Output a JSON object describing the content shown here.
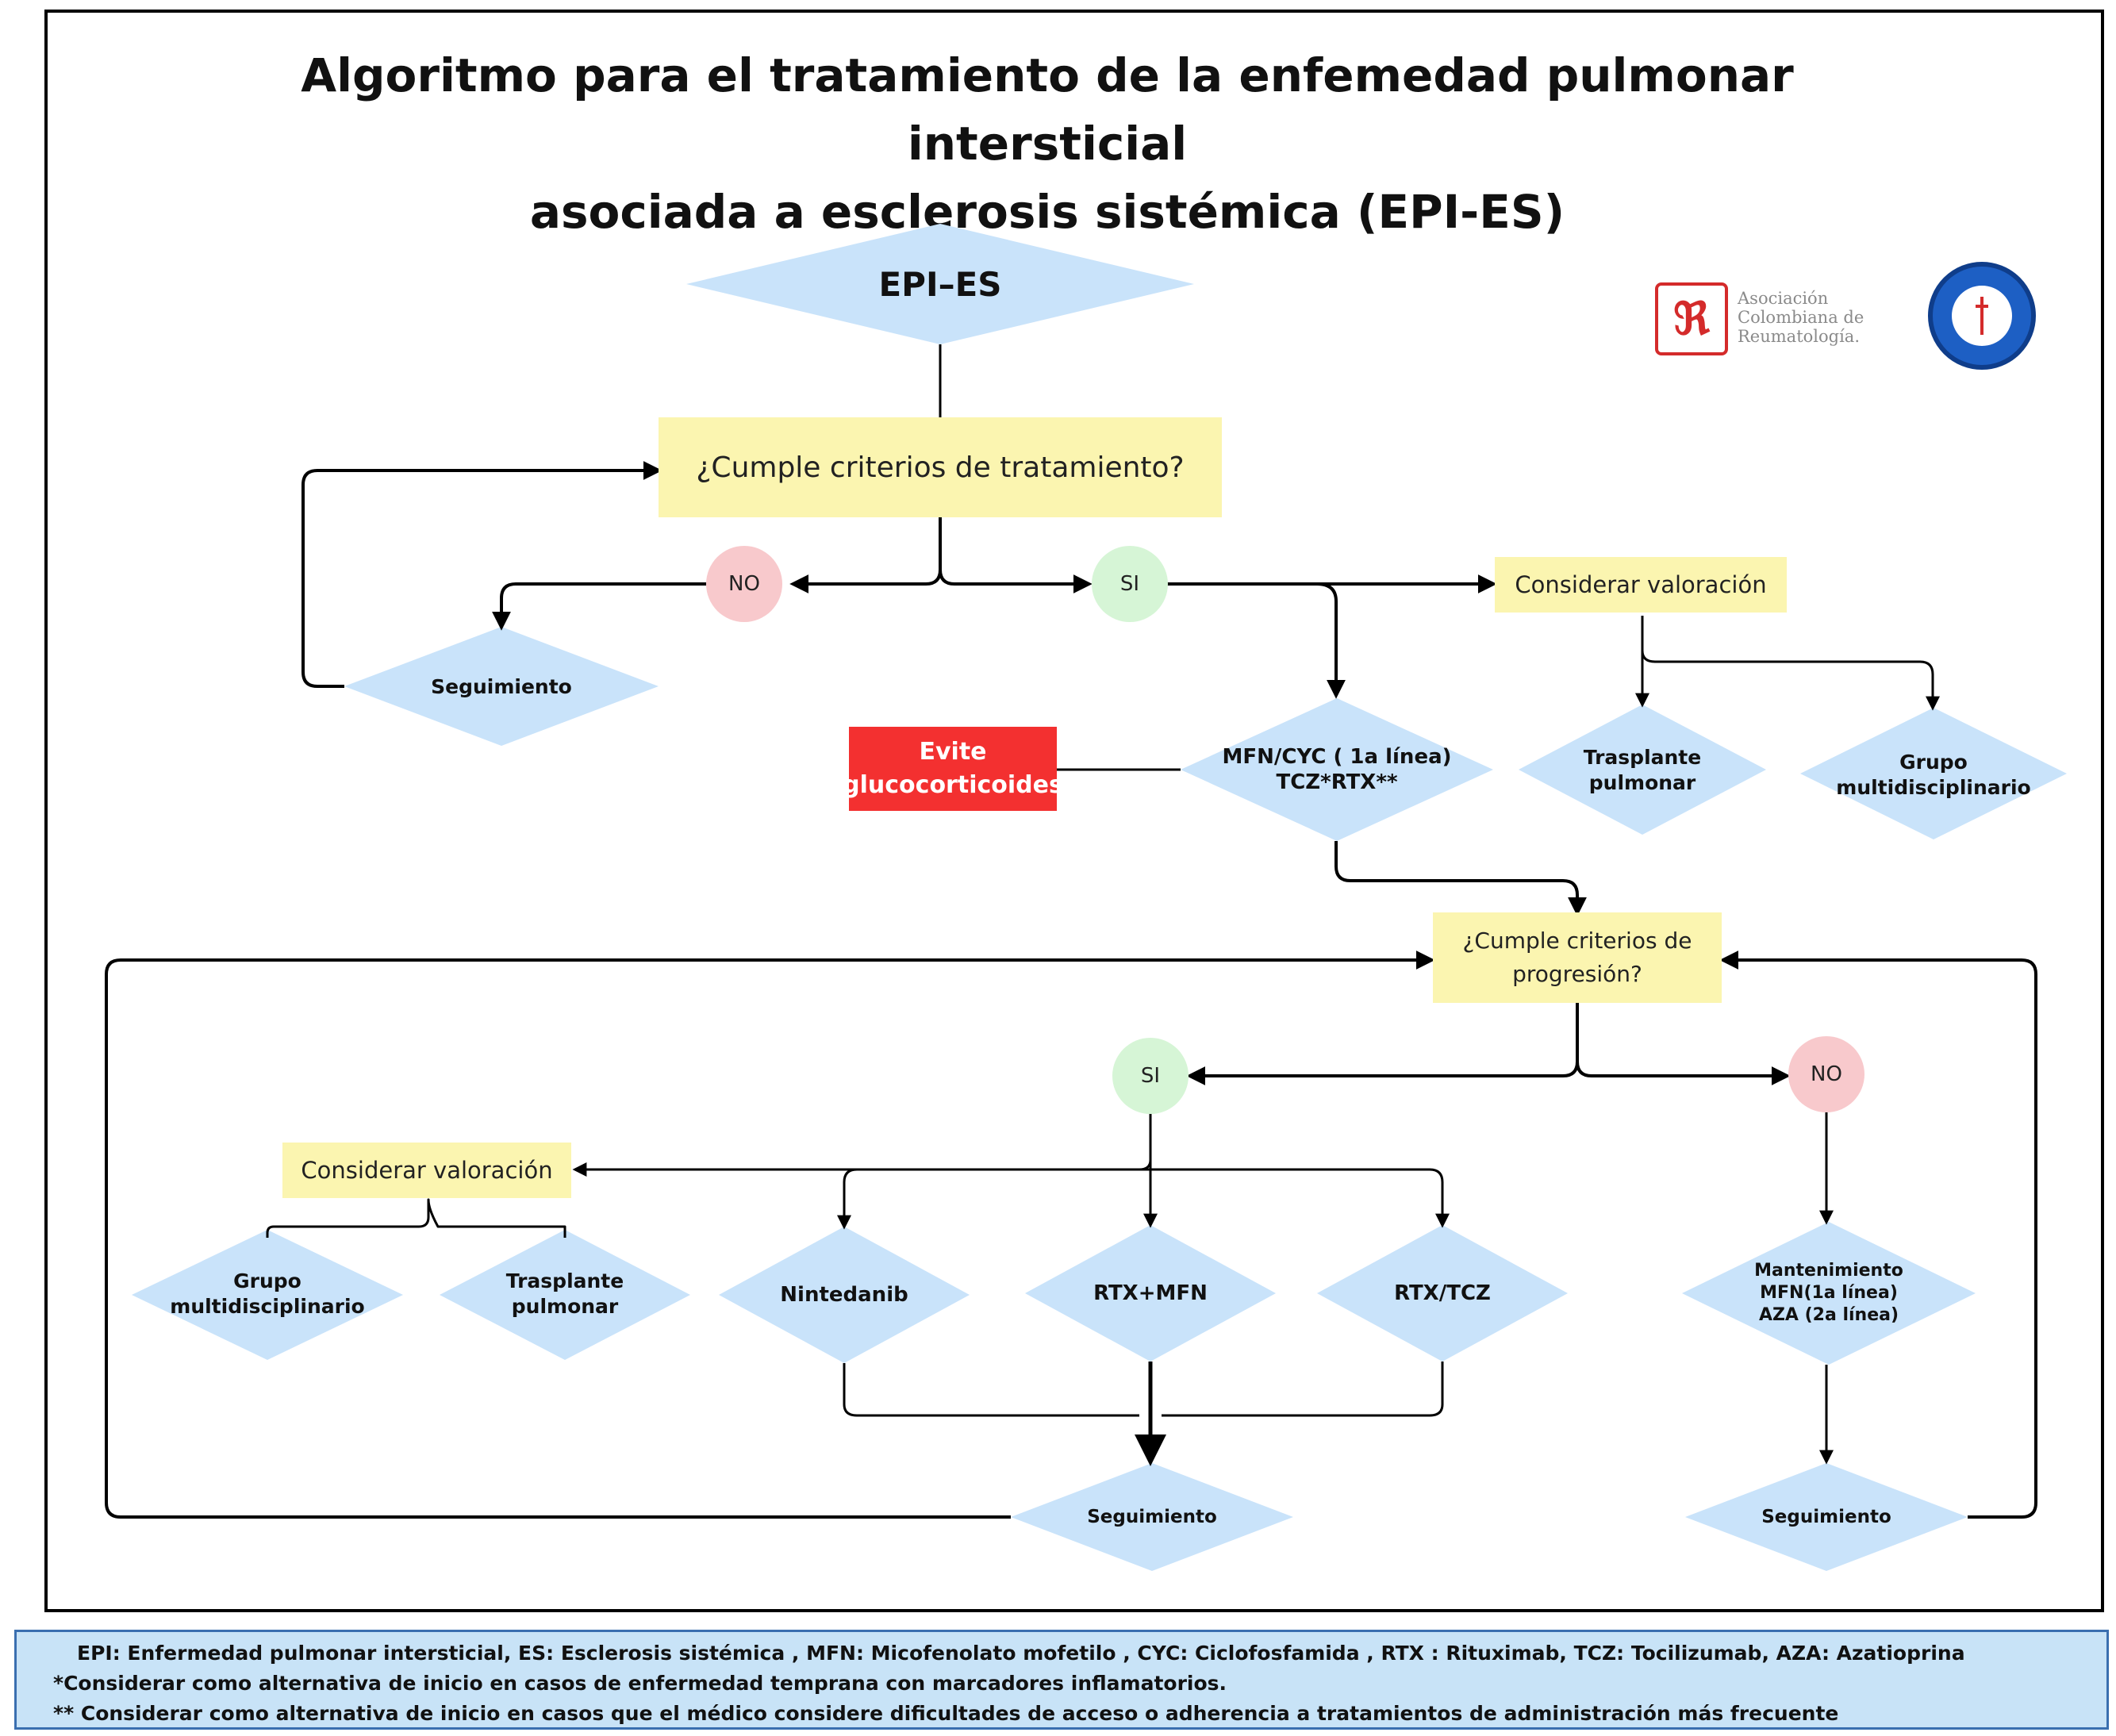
{
  "title": {
    "line1": "Algoritmo para el tratamiento de la enfemedad pulmonar intersticial",
    "line2": "asociada a esclerosis sistémica (EPI-ES)"
  },
  "nodes": {
    "start": "EPI–ES",
    "q_tratamiento": "¿Cumple criterios de tratamiento?",
    "no1": "NO",
    "si1": "SI",
    "seguimiento1": "Seguimiento",
    "considerar1": "Considerar valoración",
    "primera_linea": [
      "MFN/CYC ( 1a línea)",
      "TCZ*RTX**"
    ],
    "evite": [
      "Evite",
      "glucocorticoides"
    ],
    "trasplante1": [
      "Trasplante",
      "pulmonar"
    ],
    "grupo1": [
      "Grupo",
      "multidisciplinario"
    ],
    "q_progresion": [
      "¿Cumple criterios de",
      "progresión?"
    ],
    "si2": "SI",
    "no2": "NO",
    "considerar2": "Considerar valoración",
    "grupo2": [
      "Grupo",
      "multidisciplinario"
    ],
    "trasplante2": [
      "Trasplante",
      "pulmonar"
    ],
    "nintedanib": "Nintedanib",
    "rtx_mfn": "RTX+MFN",
    "rtx_tcz": "RTX/TCZ",
    "mantenimiento": [
      "Mantenimiento",
      "MFN(1a línea)",
      "AZA (2a línea)"
    ],
    "seguimiento2": "Seguimiento",
    "seguimiento3": "Seguimiento"
  },
  "logos": {
    "acr_text": [
      "Asociación",
      "Colombiana de",
      "Reumatología."
    ]
  },
  "legend": {
    "line1": "EPI: Enfermedad pulmonar intersticial, ES: Esclerosis sistémica , MFN: Micofenolato mofetilo , CYC: Ciclofosfamida , RTX : Rituximab, TCZ: Tocilizumab, AZA: Azatioprina",
    "line2": "*Considerar como alternativa de inicio en casos de enfermedad temprana con marcadores inflamatorios.",
    "line3": "** Considerar como alternativa de inicio en casos que el médico considere dificultades de acceso o adherencia a tratamientos de administración más frecuente"
  },
  "colors": {
    "diamond": "#c9e3fa",
    "yellow_box": "#fbf5b0",
    "no_circle": "#f8c9cc",
    "si_circle": "#d6f5d6",
    "evite_box": "#f33030",
    "legend_bg": "#c8e3f7"
  }
}
